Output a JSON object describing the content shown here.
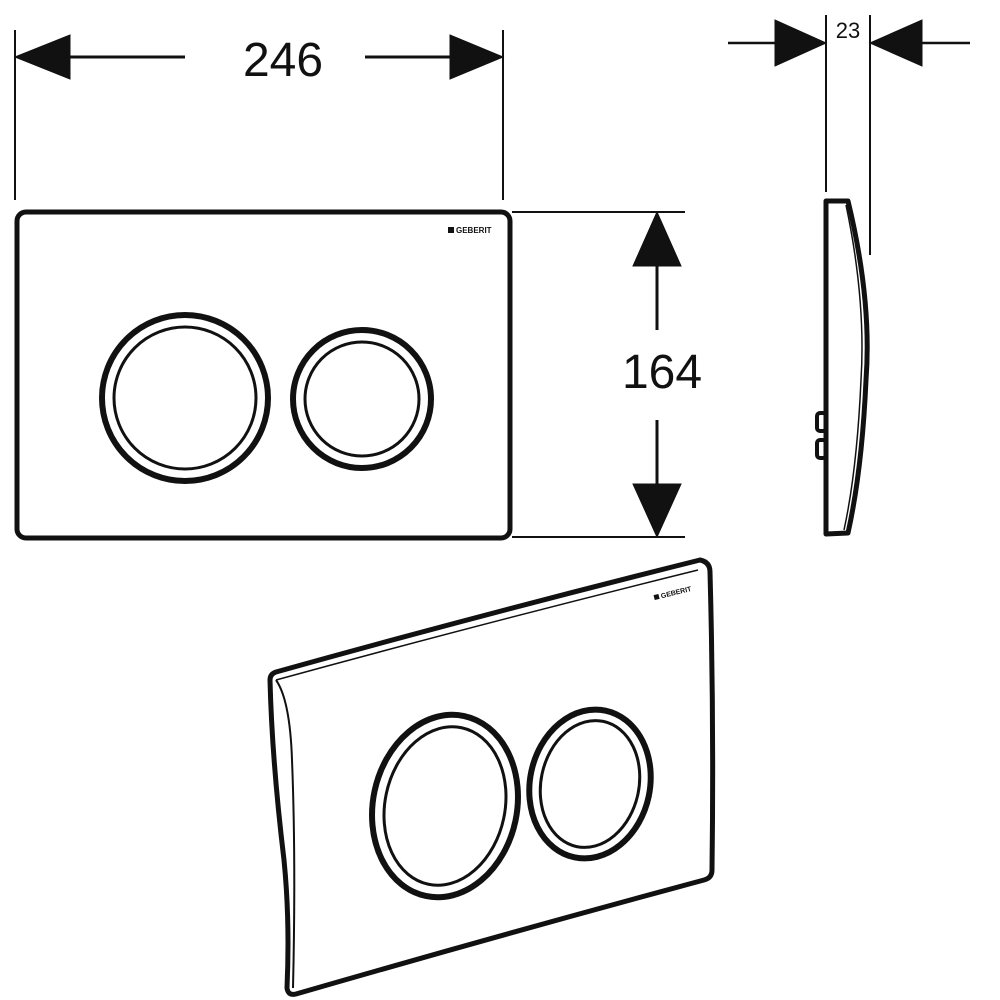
{
  "dimensions": {
    "width_label": "246",
    "height_label": "164",
    "depth_label": "23"
  },
  "brand": {
    "front_logo": "GEBERIT",
    "perspective_logo": "GEBERIT"
  },
  "colors": {
    "line": "#111111",
    "background": "#ffffff"
  }
}
